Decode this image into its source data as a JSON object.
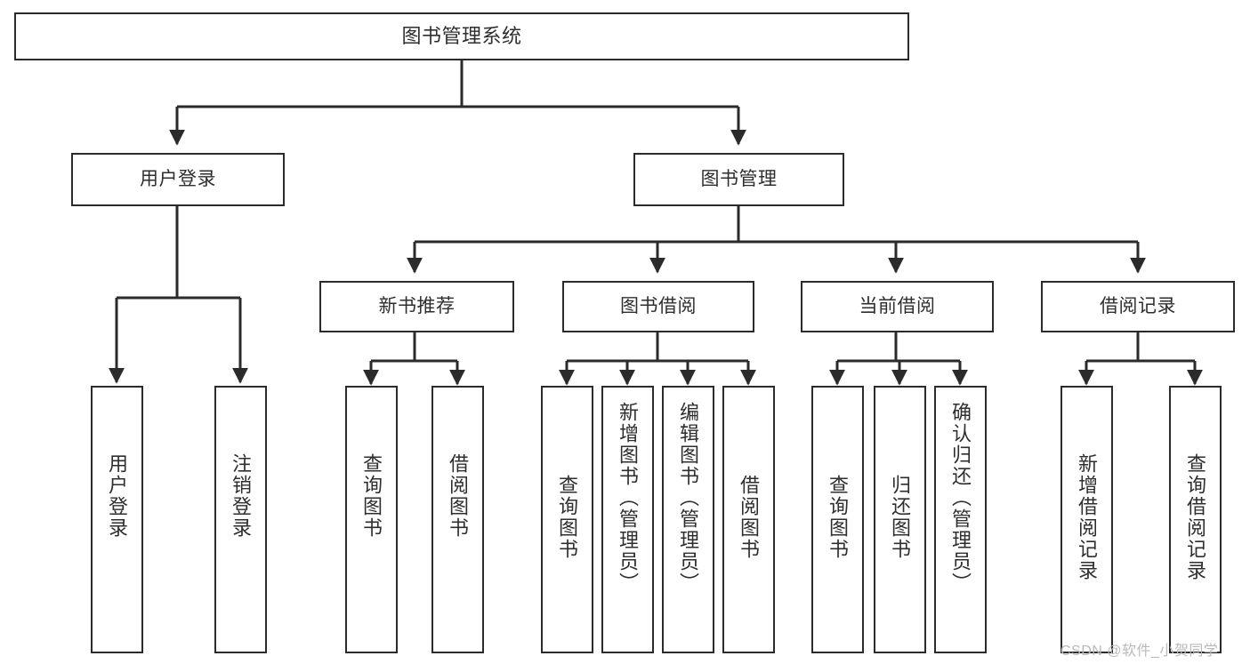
{
  "diagram": {
    "type": "tree-hierarchy",
    "title": "图书管理系统",
    "root": {
      "id": "root",
      "label": "图书管理系统"
    },
    "level2": [
      {
        "id": "user-login",
        "label": "用户登录"
      },
      {
        "id": "book-manage",
        "label": "图书管理"
      }
    ],
    "level3": [
      {
        "id": "new-book-recommend",
        "label": "新书推荐"
      },
      {
        "id": "book-borrow",
        "label": "图书借阅"
      },
      {
        "id": "current-borrow",
        "label": "当前借阅"
      },
      {
        "id": "borrow-record",
        "label": "借阅记录"
      }
    ],
    "leaves": {
      "user_login": [
        {
          "id": "leaf-user-login",
          "label": "用户登录"
        },
        {
          "id": "leaf-logout-login",
          "label": "注销登录"
        }
      ],
      "new_book_recommend": [
        {
          "id": "leaf-query-book-1",
          "label": "查询图书"
        },
        {
          "id": "leaf-borrow-book-1",
          "label": "借阅图书"
        }
      ],
      "book_borrow": [
        {
          "id": "leaf-query-book-2",
          "label": "查询图书"
        },
        {
          "id": "leaf-add-book",
          "label": "新增图书（管理员）"
        },
        {
          "id": "leaf-edit-book",
          "label": "编辑图书（管理员）"
        },
        {
          "id": "leaf-borrow-book-2",
          "label": "借阅图书"
        }
      ],
      "current_borrow": [
        {
          "id": "leaf-query-book-3",
          "label": "查询图书"
        },
        {
          "id": "leaf-return-book",
          "label": "归还图书"
        },
        {
          "id": "leaf-confirm-return",
          "label": "确认归还（管理员）"
        }
      ],
      "borrow_record": [
        {
          "id": "leaf-add-record",
          "label": "新增借阅记录"
        },
        {
          "id": "leaf-query-record",
          "label": "查询借阅记录"
        }
      ]
    }
  },
  "watermark": {
    "text": "CSDN @软件_小贺同学"
  },
  "colors": {
    "stroke": "#2b2b2b",
    "box_fill": "#ffffff",
    "text": "#2e2e2e",
    "watermark": "#b9b9b9",
    "background": "#ffffff"
  }
}
